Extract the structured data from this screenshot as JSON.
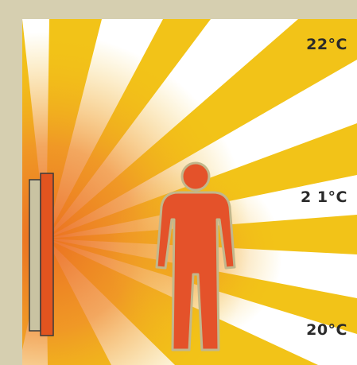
{
  "temperatures": {
    "top": "22°C",
    "middle": "2 1°C",
    "bottom": "20°C"
  },
  "colors": {
    "frame": "#d6cfb0",
    "room_background": "#f2c318",
    "ray_white": "#ffffff",
    "radiant_glow": "#ef8a2a",
    "person": "#e4522a",
    "person_outline": "#c2b78c",
    "heater_front": "#e2541f",
    "heater_back": "#c9c3a2"
  },
  "icons": [
    "person-icon",
    "heater-panel-icon"
  ]
}
